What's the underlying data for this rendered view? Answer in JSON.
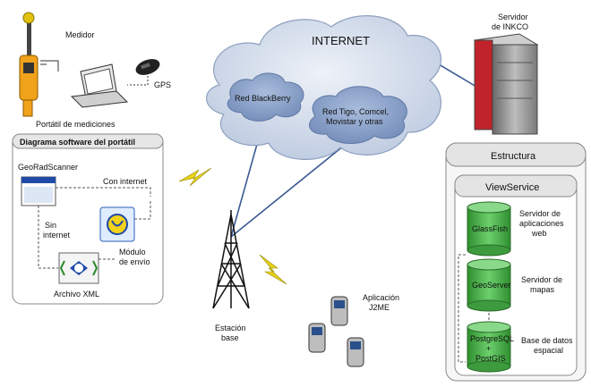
{
  "labels": {
    "meter": "Medidor",
    "gps": "GPS",
    "laptop": "Portátil de mediciones",
    "sw_title": "Diagrama software del portátil",
    "app": "GeoRadScanner",
    "with_internet": "Con internet",
    "no_internet_1": "Sin",
    "no_internet_2": "internet",
    "module_1": "Módulo",
    "module_2": "de envío",
    "xml": "Archivo XML",
    "internet": "INTERNET",
    "blackberry": "Red BlackBerry",
    "tigo_1": "Red Tigo, Comcel,",
    "tigo_2": "Movistar y otras",
    "station_1": "Estación",
    "station_2": "base",
    "j2me_1": "Aplicación",
    "j2me_2": "J2ME",
    "server_1": "Servidor",
    "server_2": "de INKCO",
    "structure": "Estructura",
    "viewservice": "ViewService",
    "db1": "GlassFish",
    "db1_desc_1": "Servidor de",
    "db1_desc_2": "aplicaciones",
    "db1_desc_3": "web",
    "db2": "GeoServer",
    "db2_desc_1": "Servidor de",
    "db2_desc_2": "mapas",
    "db3_1": "PostgreSQL",
    "db3_2": "+",
    "db3_3": "PostGIS",
    "db3_desc_1": "Base de datos",
    "db3_desc_2": "espacial"
  },
  "colors": {
    "cloud": "#c9d6ea",
    "cloud_inner": "#8fa6cc",
    "db": "#4aa84a",
    "db_top": "#7fd07f",
    "server": "#8c8c8c",
    "server_red": "#c0232b",
    "line": "#3b5a93",
    "bolt": "#e6d21a"
  },
  "icons": [
    "meter-device-icon",
    "laptop-icon",
    "gps-icon",
    "app-window-icon",
    "send-module-icon",
    "xml-file-icon",
    "antenna-tower-icon",
    "phone-icon",
    "server-icon",
    "database-icon",
    "lightning-bolt-icon"
  ]
}
